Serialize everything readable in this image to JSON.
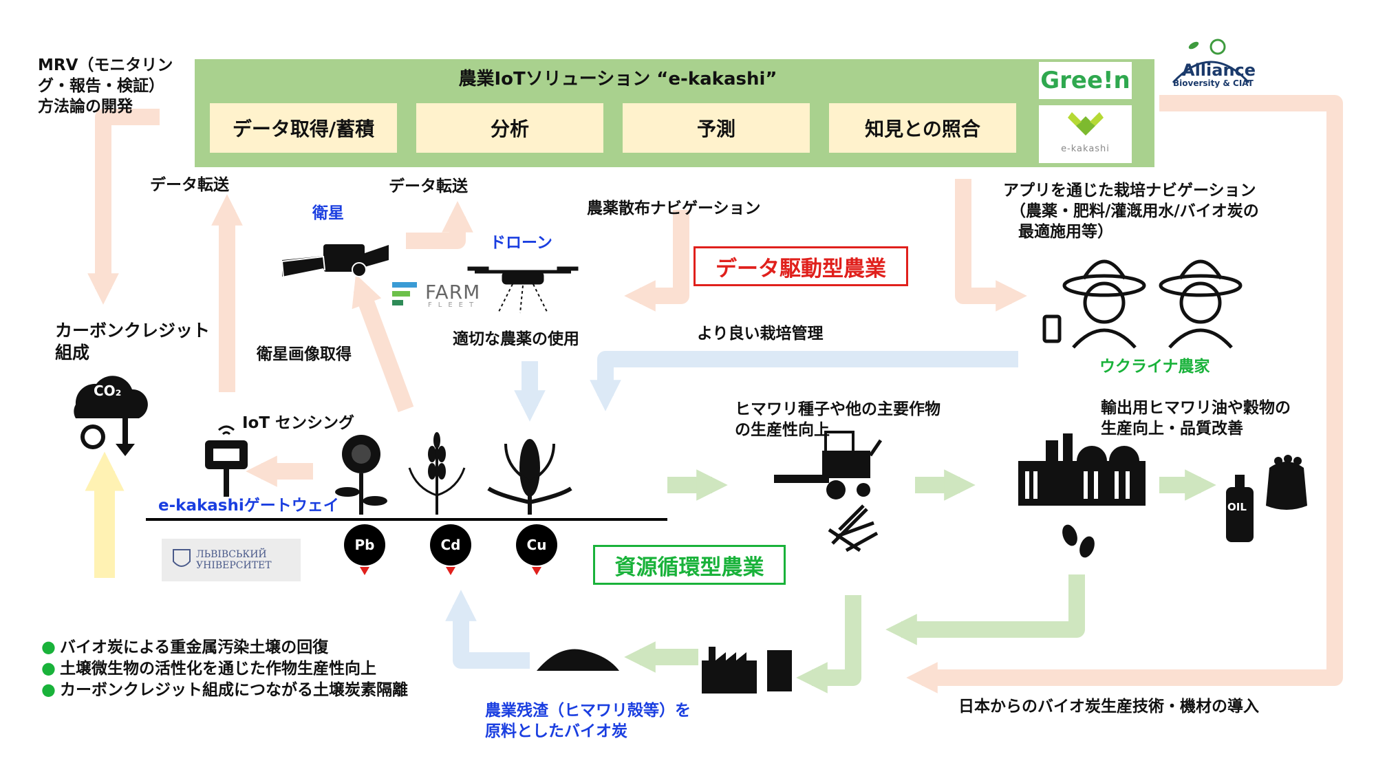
{
  "platform": {
    "title": "農業IoTソリューション “e-kakashi”",
    "categories": [
      "データ取得/蓄積",
      "分析",
      "予測",
      "知見との照合"
    ],
    "logos": {
      "green": "Gree!n",
      "ekakashi": "e-kakashi"
    }
  },
  "alliance_logo": {
    "name": "Alliance",
    "sub": "Bioversity & CIAT"
  },
  "labels": {
    "mrv": [
      "MRV（モニタリン",
      "グ・報告・検証）",
      "方法論の開発"
    ],
    "data_transfer_1": "データ転送",
    "data_transfer_2": "データ転送",
    "satellite": "衛星",
    "drone": "ドローン",
    "pesticide_nav": "農薬散布ナビゲーション",
    "app_nav": [
      "アプリを通じた栽培ナビゲーション",
      "（農薬・肥料/灌漑用水/バイオ炭の",
      "最適施用等）"
    ],
    "carbon_credit": [
      "カーボンクレジット",
      "組成"
    ],
    "satellite_image": "衛星画像取得",
    "proper_pesticide": "適切な農薬の使用",
    "better_management": "より良い栽培管理",
    "ukraine_farmer": "ウクライナ農家",
    "iot_sensing": "IoT センシング",
    "gateway": "e-kakashiゲートウェイ",
    "productivity": [
      "ヒマワリ種子や他の主要作物",
      "の生産性向上"
    ],
    "export": [
      "輸出用ヒマワリ油や穀物の",
      "生産向上・品質改善"
    ],
    "residue": [
      "農業残渣（ヒマワリ殻等）を",
      "原料としたバイオ炭"
    ],
    "japan_tech": "日本からのバイオ炭生産技術・機材の導入",
    "farmfleet_main": "FARM",
    "farmfleet_sub": "FLEET",
    "university": [
      "ЛЬВІВСЬКИЙ",
      "УНІВЕРСИТЕТ"
    ],
    "co2": "CO₂",
    "oil": "OIL"
  },
  "tags": {
    "data_driven": "データ駆動型農業",
    "circular": "資源循環型農業"
  },
  "metals": [
    "Pb",
    "Cd",
    "Cu"
  ],
  "bullets": [
    "バイオ炭による重金属汚染土壌の回復",
    "土壌微生物の活性化を通じた作物生産性向上",
    "カーボンクレジット組成につながる土壌炭素隔離"
  ],
  "colors": {
    "platform_bg": "#a9d18e",
    "category_bg": "#fff2cc",
    "peach_arrow": "#fbe0d2",
    "blue_arrow": "#dce9f6",
    "green_arrow": "#cfe6bf",
    "yellow_arrow": "#fff2b3",
    "blue_text": "#1a3ee0",
    "green_text": "#19b23a",
    "red_text": "#e0201c"
  }
}
